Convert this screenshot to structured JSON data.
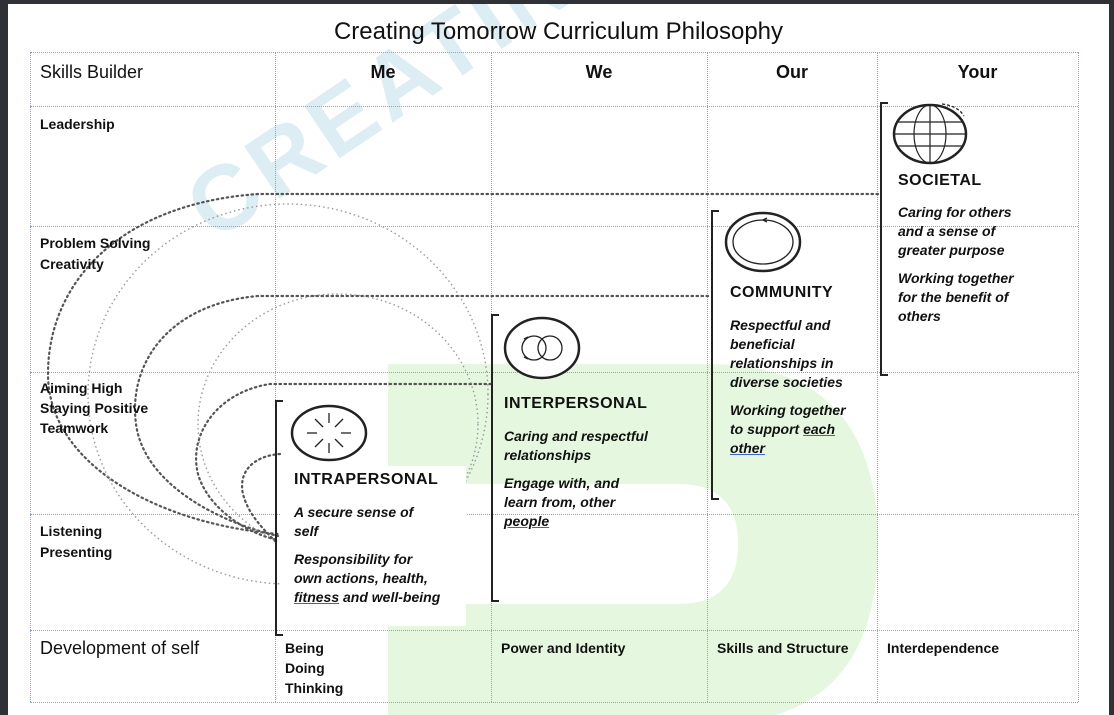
{
  "title": "Creating Tomorrow Curriculum Philosophy",
  "watermark": "CREATING TOMORROW",
  "columns": {
    "row_header": "Skills Builder",
    "me": "Me",
    "we": "We",
    "our": "Our",
    "your": "Your"
  },
  "rows": {
    "leadership": "Leadership",
    "problem_solving": "Problem Solving",
    "creativity": "Creativity",
    "aiming_high": "Aiming High",
    "staying_positive": "Staying Positive",
    "teamwork": "Teamwork",
    "listening": "Listening",
    "presenting": "Presenting",
    "development": "Development of self"
  },
  "development": {
    "me": [
      "Being",
      "Doing",
      "Thinking"
    ],
    "we": "Power and Identity",
    "our": "Skills and Structure",
    "your": "Interdependence"
  },
  "blocks": {
    "intrapersonal": {
      "title": "INTRAPERSONAL",
      "line1_a": "A secure sense of",
      "line1_b": "self",
      "line2_a": "Responsibility for",
      "line2_b": "own actions, health,",
      "line2_c_word": "fitness",
      "line2_c_rest": " and well-being",
      "icon": "inward-arrows-circle-icon"
    },
    "interpersonal": {
      "title": "INTERPERSONAL",
      "line1_a": "Caring and respectful",
      "line1_b": "relationships",
      "line2_a": "Engage with, and",
      "line2_b": "learn from, other",
      "line2_c_word": "people",
      "icon": "interlocking-circles-icon"
    },
    "community": {
      "title": "COMMUNITY",
      "line1_a": "Respectful and",
      "line1_b": "beneficial",
      "line1_c": "relationships in",
      "line1_d": "diverse societies",
      "line2_a": "Working together",
      "line2_b_pre": "to support ",
      "line2_b_word": "each",
      "line2_c_word": "other",
      "icon": "cycle-circle-icon"
    },
    "societal": {
      "title": "SOCIETAL",
      "line1_a": "Caring for others",
      "line1_b": "and a sense of",
      "line1_c": "greater purpose",
      "line2_a": "Working together",
      "line2_b": "for the benefit of",
      "line2_c": "others",
      "icon": "globe-icon"
    }
  },
  "colors": {
    "grid": "#7fa6d6",
    "watermark_text": "#d9ecf2",
    "watermark_shape": "#e6f7e0",
    "underline": "#3a62d8"
  }
}
